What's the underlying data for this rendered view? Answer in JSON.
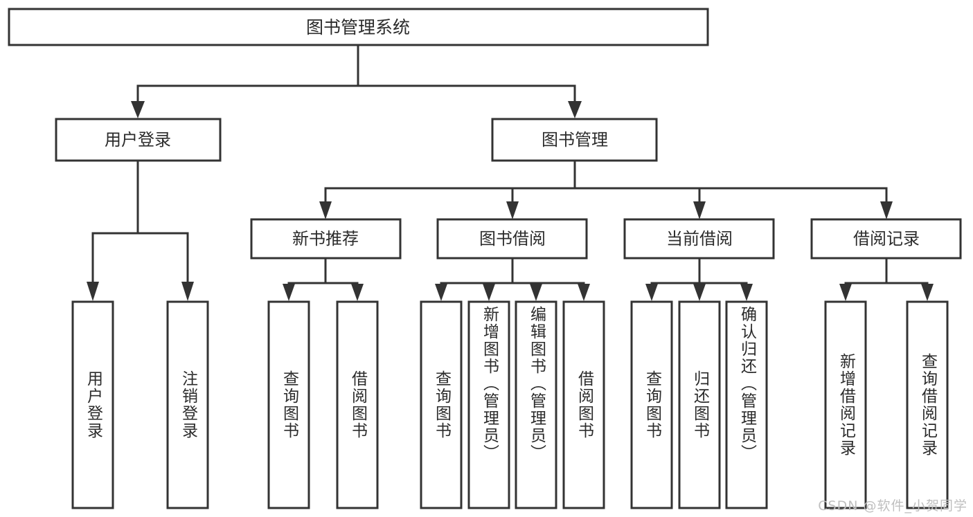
{
  "diagram": {
    "type": "tree-hierarchy-chart",
    "title": "图书管理系统",
    "colors": {
      "stroke": "#333333",
      "box_fill": "#ffffff",
      "text": "#2b2b2b",
      "background": "#ffffff",
      "watermark": "#bfbfbf"
    },
    "levels": {
      "root": {
        "label": "图书管理系统"
      },
      "level2": [
        {
          "id": "user-login",
          "label": "用户登录"
        },
        {
          "id": "book-management",
          "label": "图书管理"
        }
      ],
      "level3": [
        {
          "id": "new-book-recommend",
          "label": "新书推荐",
          "parent": "book-management"
        },
        {
          "id": "book-borrow",
          "label": "图书借阅",
          "parent": "book-management"
        },
        {
          "id": "current-borrow",
          "label": "当前借阅",
          "parent": "book-management"
        },
        {
          "id": "borrow-record",
          "label": "借阅记录",
          "parent": "book-management"
        }
      ],
      "leaves": [
        {
          "id": "leaf-user-login",
          "label": "用户登录",
          "parent": "user-login"
        },
        {
          "id": "leaf-user-logout",
          "label": "注销登录",
          "parent": "user-login"
        },
        {
          "id": "leaf-query-book-1",
          "label": "查询图书",
          "parent": "new-book-recommend"
        },
        {
          "id": "leaf-borrow-book-1",
          "label": "借阅图书",
          "parent": "new-book-recommend"
        },
        {
          "id": "leaf-query-book-2",
          "label": "查询图书",
          "parent": "book-borrow"
        },
        {
          "id": "leaf-add-book",
          "label": "新增图书（管理员）",
          "parent": "book-borrow"
        },
        {
          "id": "leaf-edit-book",
          "label": "编辑图书（管理员）",
          "parent": "book-borrow"
        },
        {
          "id": "leaf-borrow-book-2",
          "label": "借阅图书",
          "parent": "book-borrow"
        },
        {
          "id": "leaf-query-book-3",
          "label": "查询图书",
          "parent": "current-borrow"
        },
        {
          "id": "leaf-return-book",
          "label": "归还图书",
          "parent": "current-borrow"
        },
        {
          "id": "leaf-confirm-return",
          "label": "确认归还（管理员）",
          "parent": "current-borrow"
        },
        {
          "id": "leaf-add-record",
          "label": "新增借阅记录",
          "parent": "borrow-record"
        },
        {
          "id": "leaf-query-record",
          "label": "查询借阅记录",
          "parent": "borrow-record"
        }
      ]
    }
  },
  "watermark": {
    "text": "CSDN @软件_小贺同学"
  }
}
